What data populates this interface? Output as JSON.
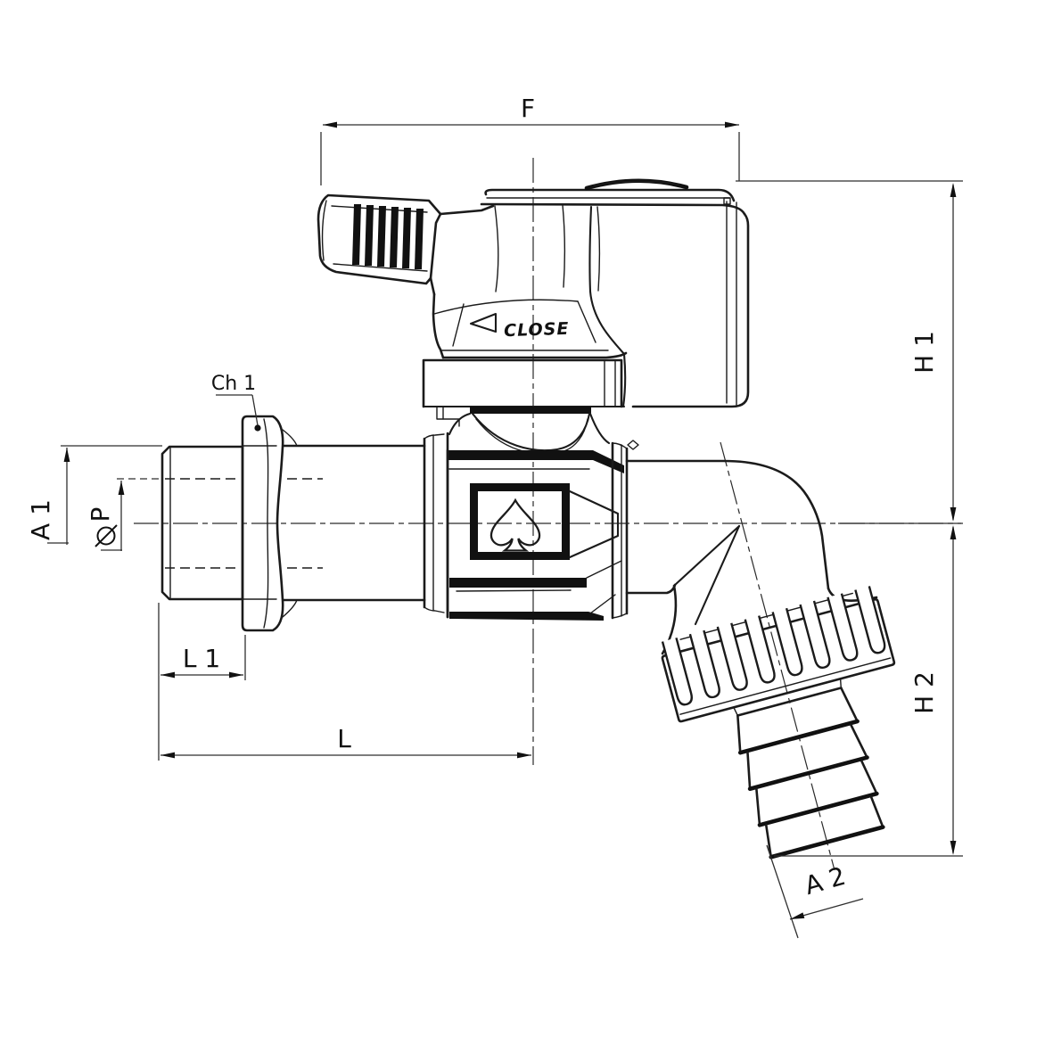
{
  "drawing": {
    "type": "technical-dimension-drawing",
    "subject": "ball-valve bib tap with hose union outlet",
    "colors": {
      "line": "#1b1b1b",
      "background": "#ffffff"
    },
    "dimension_labels": {
      "f": "F",
      "h1": "H 1",
      "h2": "H 2",
      "a1": "A 1",
      "p": "P",
      "ch1": "Ch 1",
      "l1": "L 1",
      "l": "L",
      "a2": "A 2"
    },
    "symbols": {
      "diameter_symbol": "⌀",
      "spade_logo": "spade-outline",
      "close_arrow": "left-triangle"
    },
    "handle_text": "CLOSE"
  }
}
